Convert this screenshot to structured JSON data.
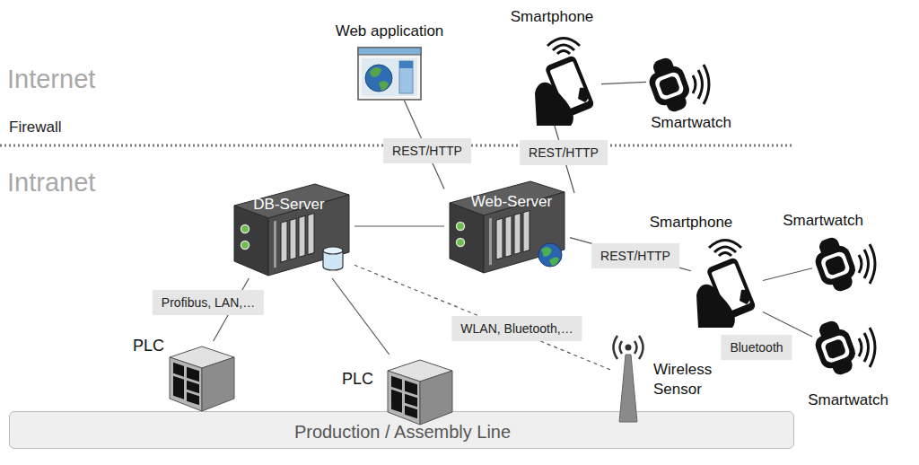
{
  "diagram": {
    "nodes": [
      {
        "text": [
          "Web application"
        ]
      },
      {
        "text": [
          "Smartphone"
        ]
      },
      {
        "text": [
          "Smartwatch"
        ]
      },
      {
        "text": [
          "DB-Server"
        ]
      },
      {
        "text": [
          "Web-Server"
        ]
      },
      {
        "text": [
          "Smartphone"
        ]
      },
      {
        "text": [
          "Smartwatch"
        ]
      },
      {
        "text": [
          "PLC"
        ]
      },
      {
        "text": [
          "PLC"
        ]
      },
      {
        "text": [
          "Wireless Sensor"
        ]
      },
      {
        "text": [
          "Smartwatch"
        ]
      },
      {
        "text": [
          "Production / Assembly Line"
        ]
      }
    ],
    "edges": [
      {
        "from": 0,
        "to": 4,
        "arrow": "none",
        "label": "REST/HTTP"
      },
      {
        "from": 1,
        "to": 4,
        "arrow": "none",
        "label": "REST/HTTP"
      },
      {
        "from": 1,
        "to": 2,
        "arrow": "none"
      },
      {
        "from": 3,
        "to": 4,
        "arrow": "none"
      },
      {
        "from": 4,
        "to": 5,
        "arrow": "none",
        "label": "REST/HTTP"
      },
      {
        "from": 5,
        "to": 6,
        "arrow": "none"
      },
      {
        "from": 5,
        "to": 10,
        "arrow": "none",
        "label": "Bluetooth"
      },
      {
        "from": 3,
        "to": 7,
        "arrow": "none",
        "label": "Profibus, LAN,…"
      },
      {
        "from": 3,
        "to": 8,
        "arrow": "none"
      },
      {
        "from": 3,
        "to": 9,
        "arrow": "none",
        "label": "WLAN, Bluetooth,…"
      }
    ],
    "labels": [
      "Internet",
      "Firewall",
      "Intranet"
    ]
  }
}
